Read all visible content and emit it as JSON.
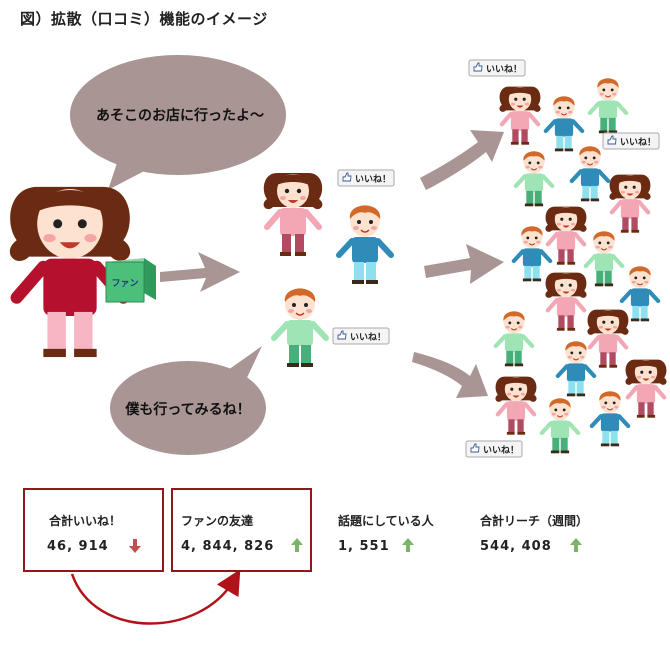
{
  "title": "図）拡散（口コミ）機能のイメージ",
  "speech": {
    "top": "あそこのお店に行ったよ～",
    "bottom": "僕も行ってみるね！"
  },
  "box_label": "ファン",
  "like_label": "いいね！",
  "stats": [
    {
      "label": "合計いいね！",
      "value": "46, 914",
      "trend": "down",
      "color": "#c0504d"
    },
    {
      "label": "ファンの友達",
      "value": "4, 844, 826",
      "trend": "up",
      "color": "#7bb36b"
    },
    {
      "label": "話題にしている人",
      "value": "1, 551",
      "trend": "up",
      "color": "#7bb36b"
    },
    {
      "label": "合計リーチ（週間）",
      "value": "544, 408",
      "trend": "up",
      "color": "#7bb36b"
    }
  ],
  "colors": {
    "frame": "#8b1a1a",
    "bubble": "#a89594",
    "arrow": "#a89594",
    "curve": "#b0141a"
  }
}
